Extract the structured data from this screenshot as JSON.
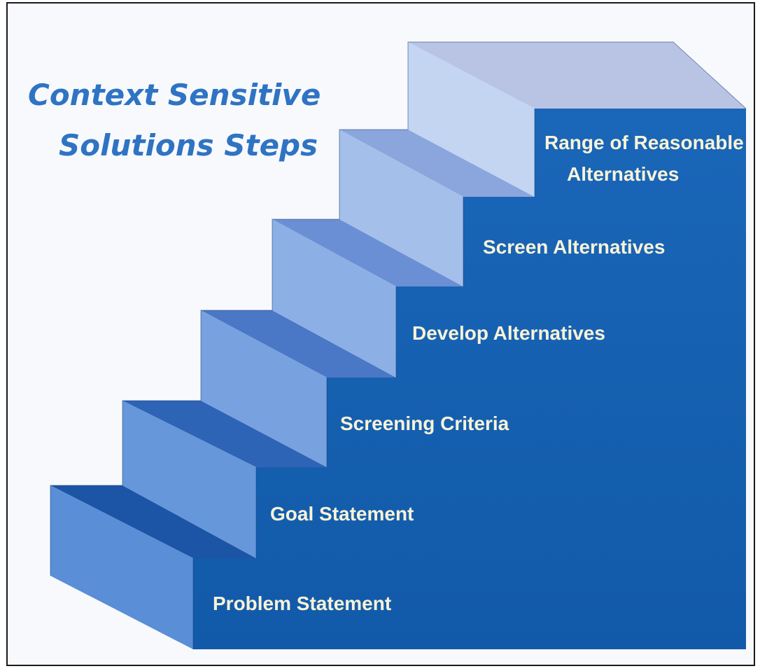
{
  "title": {
    "line1": "Context Sensitive",
    "line2": "Solutions Steps"
  },
  "steps": [
    {
      "label": "Problem Statement"
    },
    {
      "label": "Goal Statement"
    },
    {
      "label": "Screening Criteria"
    },
    {
      "label": "Develop Alternatives"
    },
    {
      "label": "Screen Alternatives"
    },
    {
      "label": "Range of Reasonable",
      "label2": "Alternatives"
    }
  ],
  "colors": {
    "front_block": "#1561b2",
    "riser_light": "#bcd0ee",
    "riser_dark": "#5f95d6",
    "tread_light": "#b9c7e6",
    "tread_dark": "#1b5aa8",
    "title": "#2f73c3",
    "label_text": "#f7f3d8"
  }
}
